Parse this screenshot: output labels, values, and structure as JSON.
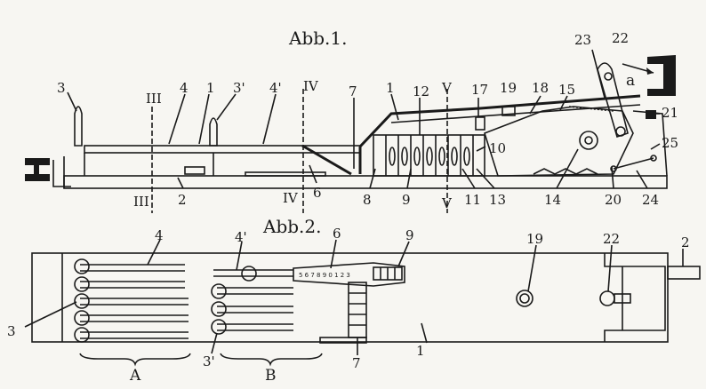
{
  "fig1": {
    "title": "Abb.1.",
    "labels": [
      "3",
      "4",
      "1",
      "3'",
      "4'",
      "7",
      "1",
      "12",
      "17",
      "19",
      "18",
      "15",
      "23",
      "22",
      "a",
      "10",
      "21",
      "25",
      "24",
      "20",
      "14",
      "13",
      "11",
      "9",
      "8",
      "6",
      "2",
      "III",
      "III",
      "IV",
      "IV",
      "V",
      "V"
    ]
  },
  "fig2": {
    "title": "Abb.2.",
    "labels": [
      "4",
      "4'",
      "6",
      "9",
      "19",
      "22",
      "2",
      "3",
      "3'",
      "7",
      "1",
      "A",
      "B"
    ],
    "scale_digits": "5 6 7 8 9 0 1 2 3"
  }
}
